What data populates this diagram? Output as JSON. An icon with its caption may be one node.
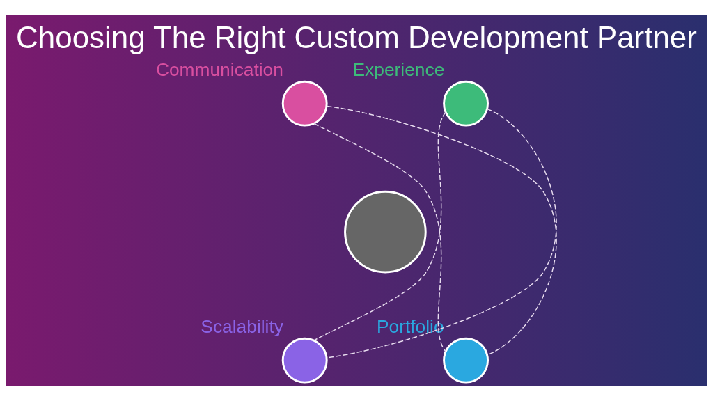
{
  "diagram": {
    "title": "Choosing The Right Custom Development Partner",
    "nodes": [
      {
        "text": [
          "Communication"
        ]
      },
      {
        "text": [
          "Experience"
        ]
      },
      {
        "text": [],
        "shape": "circle"
      },
      {
        "text": [
          "Scalability"
        ]
      },
      {
        "text": [
          "Portfolio"
        ]
      }
    ],
    "edges": [
      {
        "from": 0,
        "to": 4,
        "arrow": "none",
        "style": "dashed"
      },
      {
        "from": 0,
        "to": 4,
        "arrow": "none",
        "style": "dashed"
      },
      {
        "from": 1,
        "to": 3,
        "arrow": "none",
        "style": "dashed"
      },
      {
        "from": 1,
        "to": 3,
        "arrow": "none",
        "style": "dashed"
      }
    ]
  }
}
